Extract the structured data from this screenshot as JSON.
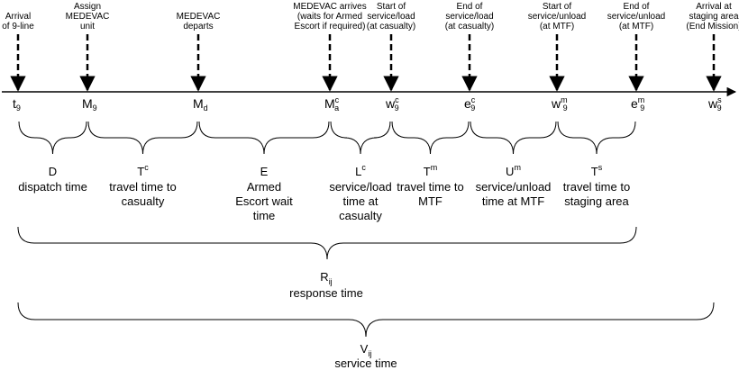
{
  "top_labels": [
    {
      "lines": [
        "Arrival",
        "of 9-line"
      ]
    },
    {
      "lines": [
        "Assign",
        "MEDEVAC",
        "unit"
      ]
    },
    {
      "lines": [
        "MEDEVAC",
        "departs"
      ]
    },
    {
      "lines": [
        "MEDEVAC arrives",
        "(waits for Armed",
        "Escort if required)"
      ]
    },
    {
      "lines": [
        "Start of",
        "service/load",
        "(at casualty)"
      ]
    },
    {
      "lines": [
        "End of",
        "service/load",
        "(at casualty)"
      ]
    },
    {
      "lines": [
        "Start of",
        "service/unload",
        "(at MTF)"
      ]
    },
    {
      "lines": [
        "End of",
        "service/unload",
        "(at MTF)"
      ]
    },
    {
      "lines": [
        "Arrival at",
        "staging area",
        "(End Mission)"
      ]
    }
  ],
  "ticks": [
    {
      "base": "t",
      "sup": "",
      "sub": "9"
    },
    {
      "base": "M",
      "sup": "",
      "sub": "9"
    },
    {
      "base": "M",
      "sup": "",
      "sub": "d"
    },
    {
      "base": "M",
      "sup": "c",
      "sub": "a"
    },
    {
      "base": "w",
      "sup": "c",
      "sub": "9"
    },
    {
      "base": "e",
      "sup": "c",
      "sub": "9"
    },
    {
      "base": "w",
      "sup": "m",
      "sub": "9"
    },
    {
      "base": "e",
      "sup": "m",
      "sub": "9"
    },
    {
      "base": "w",
      "sup": "s",
      "sub": "9"
    }
  ],
  "intervals": [
    {
      "symbol": "D",
      "sup": "",
      "lines": [
        "dispatch time"
      ]
    },
    {
      "symbol": "T",
      "sup": "c",
      "lines": [
        "travel time to",
        "casualty"
      ]
    },
    {
      "symbol": "E",
      "sup": "",
      "lines": [
        "Armed",
        "Escort wait",
        "time"
      ]
    },
    {
      "symbol": "L",
      "sup": "c",
      "lines": [
        "service/load",
        "time at",
        "casualty"
      ]
    },
    {
      "symbol": "T",
      "sup": "m",
      "lines": [
        "travel time to",
        "MTF"
      ]
    },
    {
      "symbol": "U",
      "sup": "m",
      "lines": [
        "service/unload",
        "time at MTF"
      ]
    },
    {
      "symbol": "T",
      "sup": "s",
      "lines": [
        "travel time to",
        "staging area"
      ]
    }
  ],
  "response": {
    "symbol": "R",
    "sub": "ij",
    "label": "response time"
  },
  "service": {
    "symbol": "V",
    "sub": "ij",
    "label": "service time"
  }
}
